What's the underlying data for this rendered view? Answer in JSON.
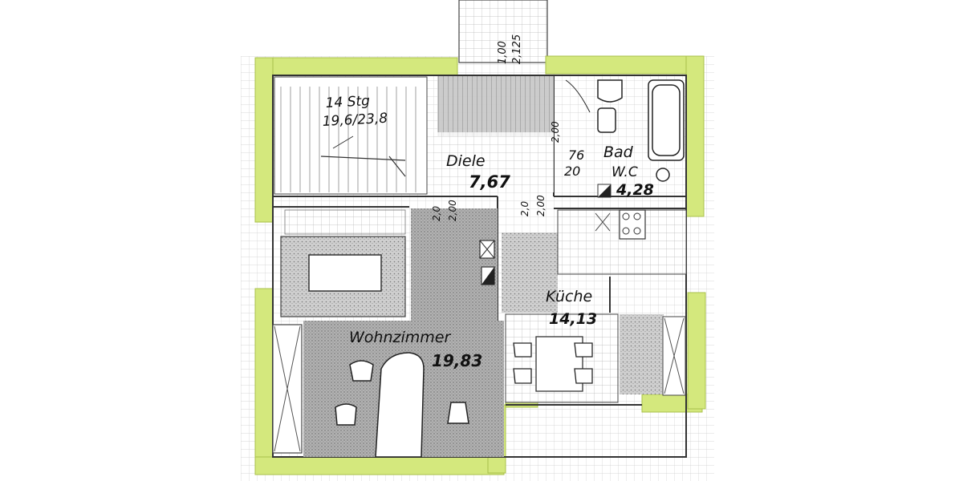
{
  "plan": {
    "colors": {
      "outer_wall_highlight": "#cfe37a",
      "wall_line": "#333333",
      "hatch": "#7a7a7a",
      "living_floor": "#bdbdbd",
      "paper": "#ffffff"
    },
    "rooms": {
      "stairs": {
        "label_line1": "14 Stg",
        "label_line2": "19,6/23,8"
      },
      "hall": {
        "name": "Diele",
        "area": "7,67"
      },
      "bath": {
        "name": "Bad",
        "name2": "W.C",
        "area": "4,28",
        "door": "76",
        "door2": "20"
      },
      "living": {
        "name": "Wohnzimmer",
        "area": "19,83"
      },
      "kitchen": {
        "name": "Küche",
        "area": "14,13"
      }
    },
    "dimensions": {
      "top_opening_1": "1,00",
      "top_opening_2": "2,125",
      "bath_door_1": "2,00",
      "hall_door_1": "2,0",
      "hall_door_2": "2,00",
      "hall_door_3": "2,0",
      "hall_door_4": "2,00"
    }
  }
}
